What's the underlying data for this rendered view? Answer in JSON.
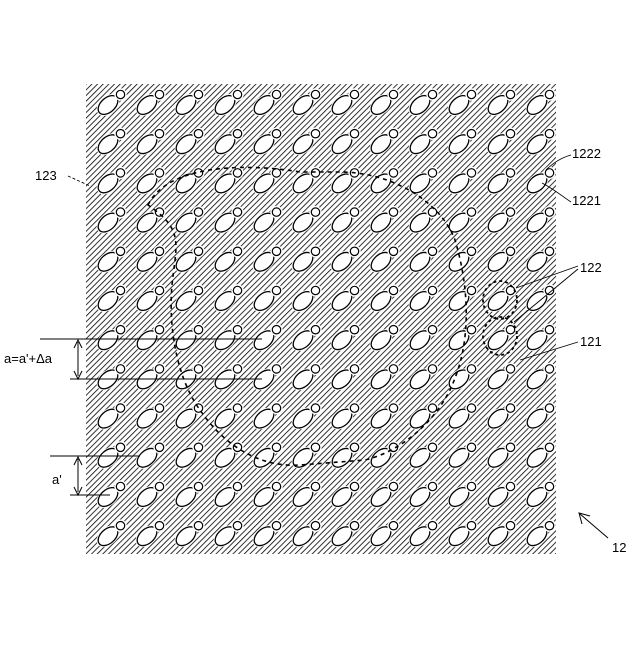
{
  "figure": {
    "grid": {
      "rows": 12,
      "cols": 12
    },
    "labels": {
      "array": "12",
      "large_opening": "1221",
      "small_opening": "1222",
      "pair": "122",
      "substrate": "121",
      "region": "123",
      "pitch_normal": "a'",
      "pitch_offset": "a=a'+Δa"
    }
  }
}
